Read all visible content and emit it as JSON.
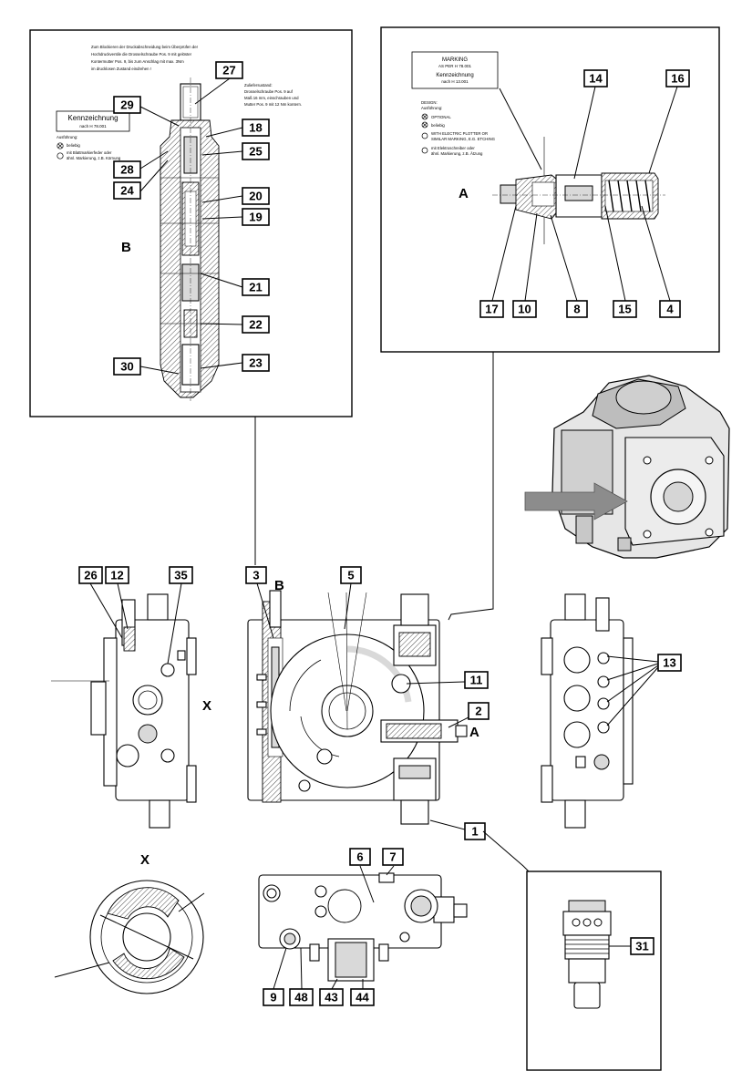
{
  "views": {
    "detail_b_letter": "B",
    "detail_a_letter": "A",
    "front_b_letter": "B",
    "front_a_letter": "A",
    "side_x_letter": "X",
    "view_x_letter": "X"
  },
  "detail_b_notes": {
    "instruction_lines": [
      "Zum Blockieren der Druckabschneidung beim Überprüfen der",
      "Hochdruckventile die Drosselschraube Pos. 9 mit gelöster",
      "Kontermutter Pos. 9, bis zum Anschlag mit max. 3Nm",
      "im drucklosen Zustand eindrehen !"
    ],
    "delivery_lines": [
      "Zuliefersustand:",
      "Drosselschraube Pos. 9 auf",
      "Maß 16 mm, einschrauben und",
      "Mutter Pos. 9 mit 12 Nm kontern."
    ],
    "kennzeichnung_title": "Kennzeichnung",
    "kennzeichnung_sub": "nach H 78.001",
    "ausfuehrung_label": "Ausführung:",
    "option_1": "beliebig",
    "option_2_line1": "mit Blattmarkierfeder oder",
    "option_2_line2": "ähnl. Markierung, z.B. Körnung"
  },
  "detail_a_notes": {
    "marking_title": "MARKING",
    "marking_sub": "AS PER H 78.001",
    "kennzeichnung_title": "Kennzeichnung",
    "kennzeichnung_sub": "nach H 13.001",
    "design_label": "DESIGN:",
    "ausfuehrung_label": "Ausführung:",
    "option_1": "OPTIONAL",
    "option_2": "beliebig",
    "option_3_line1": "WITH ELECTRIC PLOTTER OR",
    "option_3_line2": "SIMILAR MARKING, E.G. ETCHING",
    "option_4_line1": "mit Elektroschreiber oder",
    "option_4_line2": "ähnl. Markierung, z.B. Ätzung"
  },
  "item_numbers": {
    "b29": "29",
    "b27": "27",
    "b18": "18",
    "b25": "25",
    "b28": "28",
    "b24": "24",
    "b20": "20",
    "b19": "19",
    "b21": "21",
    "b22": "22",
    "b30": "30",
    "b23": "23",
    "a14": "14",
    "a16": "16",
    "a17": "17",
    "a10": "10",
    "a8": "8",
    "a15": "15",
    "a4": "4",
    "s26": "26",
    "s12": "12",
    "s35": "35",
    "f3": "3",
    "f5": "5",
    "f11": "11",
    "f2": "2",
    "f1": "1",
    "r13": "13",
    "t6": "6",
    "t7": "7",
    "t9": "9",
    "t48": "48",
    "t43": "43",
    "t44": "44",
    "d31": "31"
  }
}
